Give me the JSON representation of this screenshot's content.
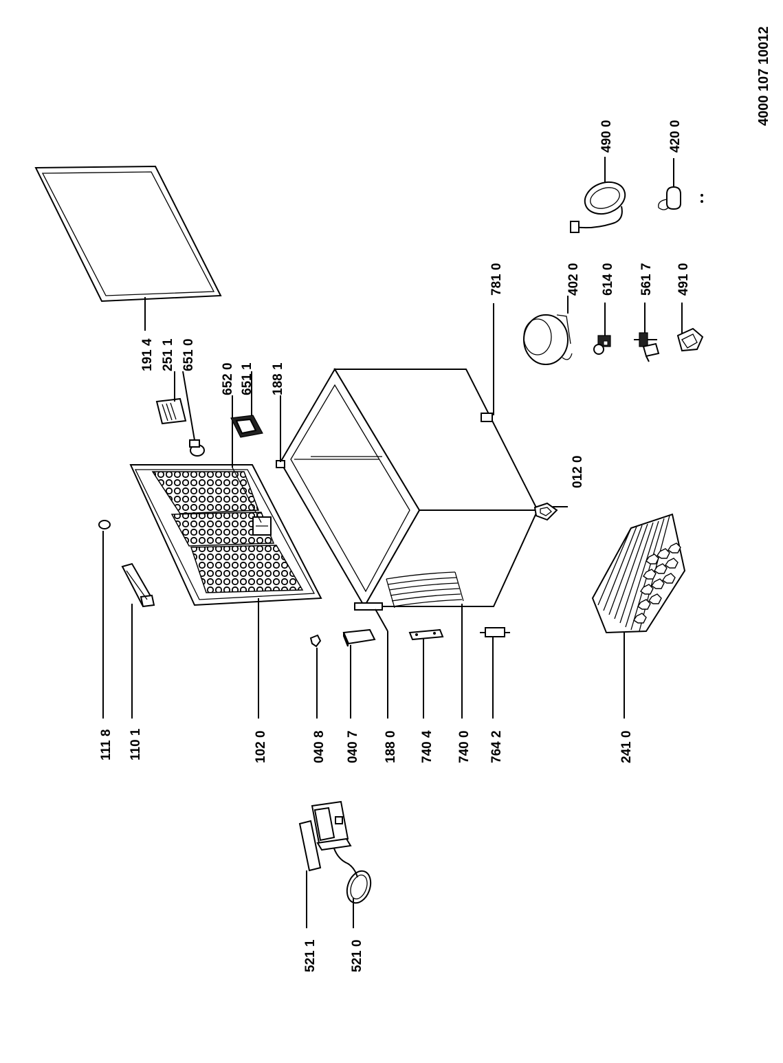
{
  "document_number": "4000 107 10012",
  "part_labels": {
    "p1118": "111 8",
    "p1101": "110 1",
    "p1020": "102 0",
    "p0408": "040 8",
    "p0407": "040 7",
    "p1880": "188 0",
    "p7404": "740 4",
    "p7400": "740 0",
    "p7642": "764 2",
    "p2410": "241 0",
    "p5211": "521 1",
    "p5210": "521 0",
    "p1914": "191 4",
    "p2511": "251 1",
    "p6510": "651 0",
    "p6520": "652 0",
    "p6511": "651 1",
    "p1881": "188 1",
    "p0120": "012 0",
    "p7810": "781 0",
    "p4020": "402 0",
    "p6140": "614 0",
    "p5617": "561 7",
    "p4910": "491 0",
    "p4900": "490 0",
    "p4200": "420 0"
  }
}
